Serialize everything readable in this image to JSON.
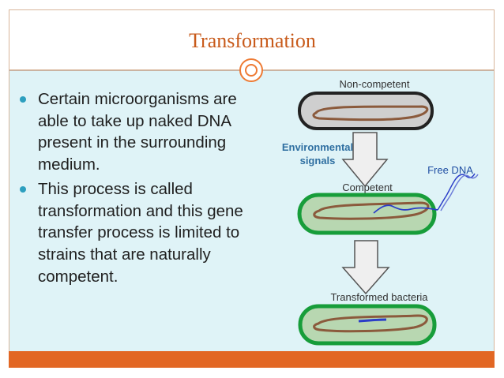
{
  "slide": {
    "title": "Transformation",
    "bullets": [
      "Certain microorganisms are able to take up naked DNA present in the surrounding medium.",
      "This process is called transformation and this gene transfer process is limited to strains that are naturally competent."
    ]
  },
  "diagram": {
    "labels": {
      "non_competent": "Non-competent",
      "environmental": "Environmental",
      "signals": "signals",
      "free_dna": "Free DNA",
      "competent": "Competent",
      "transformed": "Transformed bacteria"
    }
  },
  "colors": {
    "title": "#c85a1a",
    "accent": "#e26724",
    "bullet": "#2d9fbf",
    "panel": "#dff3f7"
  }
}
